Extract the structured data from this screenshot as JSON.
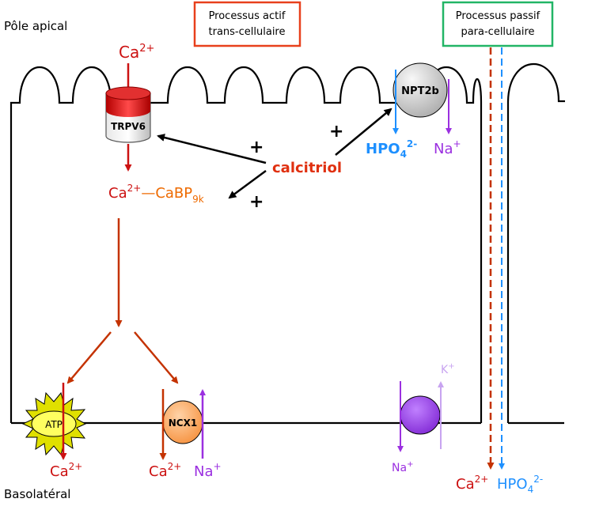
{
  "labels": {
    "apical": "Pôle apical",
    "basolateral": "Basolatéral",
    "active_process": [
      "Processus actif",
      "trans-cellulaire"
    ],
    "passive_process": [
      "Processus passif",
      "para-cellulaire"
    ],
    "calcitriol": "calcitriol",
    "plus": "+",
    "trpv6": "TRPV6",
    "npt2b": "NPT2b",
    "ncx1": "NCX1",
    "atp": "ATP",
    "ca_base": "Ca",
    "ca_sup": "2+",
    "cabp_dash": "—CaBP",
    "cabp_sub": "9k",
    "hpo4_base": "HPO",
    "hpo4_sub": "4",
    "hpo4_sup": "2-",
    "na_base": "Na",
    "na_sup": "+",
    "k_base": "K",
    "k_sup": "+"
  },
  "colors": {
    "calcium": "#cc1111",
    "cabp": "#ee6a00",
    "phosphate": "#1e90ff",
    "sodium": "#9b30e0",
    "potassium": "#c8a4f0",
    "active_box": "#e8401c",
    "passive_box": "#22b566",
    "arrow_brown": "#c43200",
    "membrane": "#000000"
  }
}
